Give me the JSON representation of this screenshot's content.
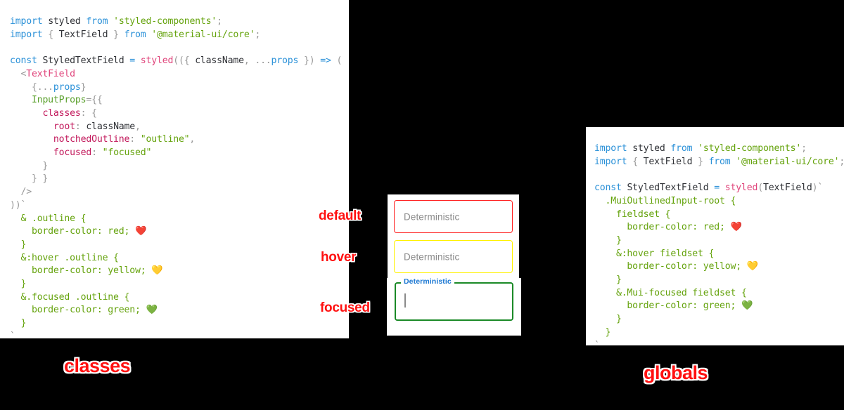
{
  "panels": {
    "classes": {
      "caption": "classes",
      "code_lines": [
        [
          [
            "import ",
            "kw"
          ],
          [
            "styled",
            "txt"
          ],
          [
            " ",
            "txt"
          ],
          [
            "from",
            "kw"
          ],
          [
            " ",
            "txt"
          ],
          [
            "'styled-components'",
            "str"
          ],
          [
            ";",
            "pun"
          ]
        ],
        [
          [
            "import ",
            "kw"
          ],
          [
            "{ ",
            "pun"
          ],
          [
            "TextField",
            "txt"
          ],
          [
            " }",
            "pun"
          ],
          [
            " ",
            "txt"
          ],
          [
            "from",
            "kw"
          ],
          [
            " ",
            "txt"
          ],
          [
            "'@material-ui/core'",
            "str"
          ],
          [
            ";",
            "pun"
          ]
        ],
        [],
        [
          [
            "const",
            "kw"
          ],
          [
            " StyledTextField ",
            "txt"
          ],
          [
            "=",
            "kw"
          ],
          [
            " ",
            "txt"
          ],
          [
            "styled",
            "fn"
          ],
          [
            "(({ ",
            "pun"
          ],
          [
            "className",
            "txt"
          ],
          [
            ", ",
            "pun"
          ],
          [
            "...",
            "pun"
          ],
          [
            "props",
            "var"
          ],
          [
            " }) ",
            "pun"
          ],
          [
            "=>",
            "kw"
          ],
          [
            " (",
            "pun"
          ]
        ],
        [
          [
            "  <",
            "pun"
          ],
          [
            "TextField",
            "fn"
          ]
        ],
        [
          [
            "    {",
            "pun"
          ],
          [
            "...",
            "pun"
          ],
          [
            "props",
            "var"
          ],
          [
            "}",
            "pun"
          ]
        ],
        [
          [
            "    ",
            "txt"
          ],
          [
            "InputProps",
            "attr"
          ],
          [
            "=",
            "pun"
          ],
          [
            "{{",
            "pun"
          ]
        ],
        [
          [
            "      ",
            "txt"
          ],
          [
            "classes",
            "prop"
          ],
          [
            ": ",
            "pun"
          ],
          [
            "{",
            "pun"
          ]
        ],
        [
          [
            "        ",
            "txt"
          ],
          [
            "root",
            "prop"
          ],
          [
            ": ",
            "pun"
          ],
          [
            "className",
            "txt"
          ],
          [
            ",",
            "pun"
          ]
        ],
        [
          [
            "        ",
            "txt"
          ],
          [
            "notchedOutline",
            "prop"
          ],
          [
            ": ",
            "pun"
          ],
          [
            "\"outline\"",
            "str"
          ],
          [
            ",",
            "pun"
          ]
        ],
        [
          [
            "        ",
            "txt"
          ],
          [
            "focused",
            "prop"
          ],
          [
            ": ",
            "pun"
          ],
          [
            "\"focused\"",
            "str"
          ]
        ],
        [
          [
            "      }",
            "pun"
          ]
        ],
        [
          [
            "    } }",
            "pun"
          ]
        ],
        [
          [
            "  />",
            "pun"
          ]
        ],
        [
          [
            "))",
            "pun"
          ],
          [
            "`",
            "tick"
          ]
        ],
        [
          [
            "  & .outline {",
            "css"
          ]
        ],
        [
          [
            "    border-color: red; ",
            "css"
          ],
          [
            "❤️",
            "emoji"
          ]
        ],
        [
          [
            "  }",
            "css"
          ]
        ],
        [
          [
            "  &:hover .outline {",
            "css"
          ]
        ],
        [
          [
            "    border-color: yellow; ",
            "css"
          ],
          [
            "💛",
            "emoji"
          ]
        ],
        [
          [
            "  }",
            "css"
          ]
        ],
        [
          [
            "  &.focused .outline {",
            "css"
          ]
        ],
        [
          [
            "    border-color: green; ",
            "css"
          ],
          [
            "💚",
            "emoji"
          ]
        ],
        [
          [
            "  }",
            "css"
          ]
        ],
        [
          [
            "`",
            "tick"
          ]
        ],
        [
          [
            "  ;",
            "pun"
          ]
        ]
      ]
    },
    "globals": {
      "caption": "globals",
      "code_lines": [
        [
          [
            "import ",
            "kw"
          ],
          [
            "styled",
            "txt"
          ],
          [
            " ",
            "txt"
          ],
          [
            "from",
            "kw"
          ],
          [
            " ",
            "txt"
          ],
          [
            "'styled-components'",
            "str"
          ],
          [
            ";",
            "pun"
          ]
        ],
        [
          [
            "import ",
            "kw"
          ],
          [
            "{ ",
            "pun"
          ],
          [
            "TextField",
            "txt"
          ],
          [
            " }",
            "pun"
          ],
          [
            " ",
            "txt"
          ],
          [
            "from",
            "kw"
          ],
          [
            " ",
            "txt"
          ],
          [
            "'@material-ui/core'",
            "str"
          ],
          [
            ";",
            "pun"
          ]
        ],
        [],
        [
          [
            "const",
            "kw"
          ],
          [
            " StyledTextField ",
            "txt"
          ],
          [
            "=",
            "kw"
          ],
          [
            " ",
            "txt"
          ],
          [
            "styled",
            "fn"
          ],
          [
            "(",
            "pun"
          ],
          [
            "TextField",
            "txt"
          ],
          [
            ")",
            "pun"
          ],
          [
            "`",
            "tick"
          ]
        ],
        [
          [
            "  .MuiOutlinedInput-root {",
            "css"
          ]
        ],
        [
          [
            "    fieldset {",
            "css"
          ]
        ],
        [
          [
            "      border-color: red; ",
            "css"
          ],
          [
            "❤️",
            "emoji"
          ]
        ],
        [
          [
            "    }",
            "css"
          ]
        ],
        [
          [
            "    &:hover fieldset {",
            "css"
          ]
        ],
        [
          [
            "      border-color: yellow; ",
            "css"
          ],
          [
            "💛",
            "emoji"
          ]
        ],
        [
          [
            "    }",
            "css"
          ]
        ],
        [
          [
            "    &.Mui-focused fieldset {",
            "css"
          ]
        ],
        [
          [
            "      border-color: green; ",
            "css"
          ],
          [
            "💚",
            "emoji"
          ]
        ],
        [
          [
            "    }",
            "css"
          ]
        ],
        [
          [
            "  }",
            "css"
          ]
        ],
        [
          [
            "`",
            "tick"
          ]
        ],
        [
          [
            "  ;",
            "pun"
          ]
        ]
      ]
    }
  },
  "demo": {
    "state_labels": {
      "default": "default",
      "hover": "hover",
      "focused": "focused"
    },
    "fields": {
      "default": {
        "value": "Deterministic",
        "border_color": "#ff2222"
      },
      "hover": {
        "value": "Deterministic",
        "border_color": "#fff200"
      },
      "focused": {
        "label": "Deterministic",
        "value": "",
        "border_color": "#1b8a27",
        "label_color": "#1976d2"
      }
    }
  },
  "colors": {
    "background": "#000000",
    "panel": "#ffffff",
    "accent_red": "#ff1111",
    "keyword": "#2b91d8",
    "string": "#65a30d",
    "function": "#e0447b",
    "property": "#c2185b"
  }
}
